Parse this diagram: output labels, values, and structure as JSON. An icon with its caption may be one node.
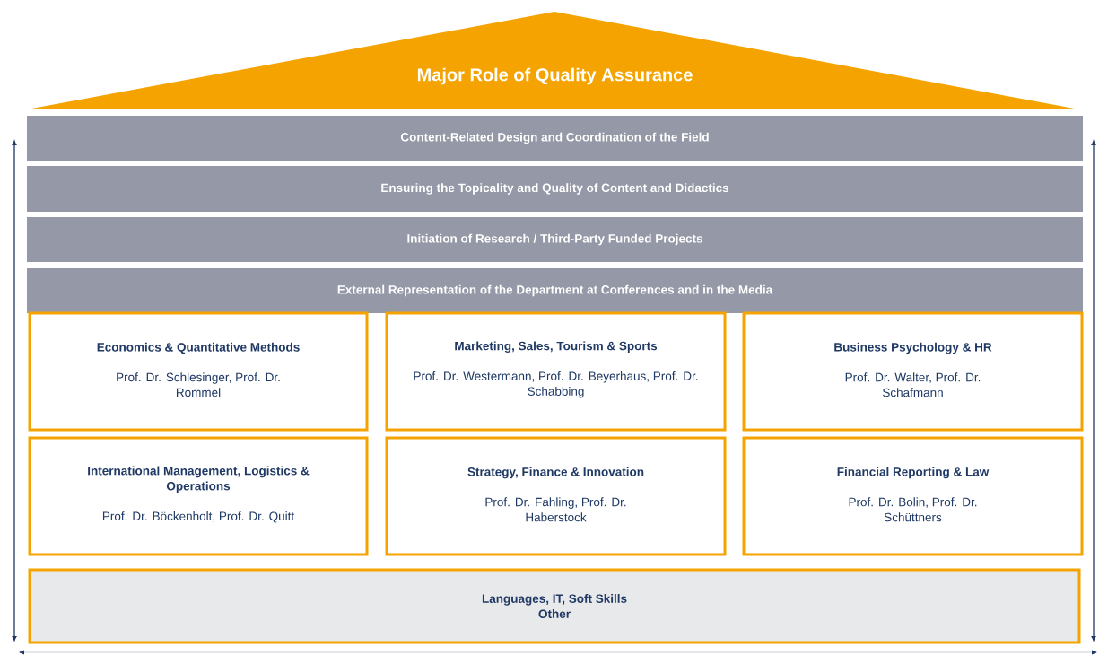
{
  "diagram": {
    "nodes": [
      {
        "text": [
          "Major Role of Quality Assurance"
        ]
      },
      {
        "text": [
          "Content-Related Design and Coordination of the Field"
        ]
      },
      {
        "text": [
          "Ensuring the Topicality and Quality of Content and Didactics"
        ]
      },
      {
        "text": [
          "Initiation of Research / Third-Party Funded Projects"
        ]
      },
      {
        "text": [
          "External Representation of the Department at Conferences and in the Media"
        ]
      },
      {
        "text": [
          "Economics & Quantitative Methods",
          "Prof. Dr. Schlesinger, Prof. Dr. Rommel"
        ]
      },
      {
        "text": [
          "Marketing, Sales, Tourism & Sports",
          "Prof. Dr. Westermann, Prof. Dr. Beyerhaus, Prof. Dr. Schabbing"
        ]
      },
      {
        "text": [
          "Business Psychology & HR",
          "Prof. Dr. Walter, Prof. Dr. Schafmann"
        ]
      },
      {
        "text": [
          "International Management, Logistics & Operations",
          "Prof. Dr. Böckenholt, Prof. Dr. Quitt"
        ]
      },
      {
        "text": [
          "Strategy, Finance & Innovation",
          "Prof. Dr. Fahling, Prof. Dr. Haberstock"
        ]
      },
      {
        "text": [
          "Financial Reporting & Law",
          "Prof. Dr. Bolin, Prof. Dr. Schüttners"
        ]
      },
      {
        "text": [
          "Languages, IT, Soft Skills",
          "Other"
        ]
      }
    ]
  }
}
